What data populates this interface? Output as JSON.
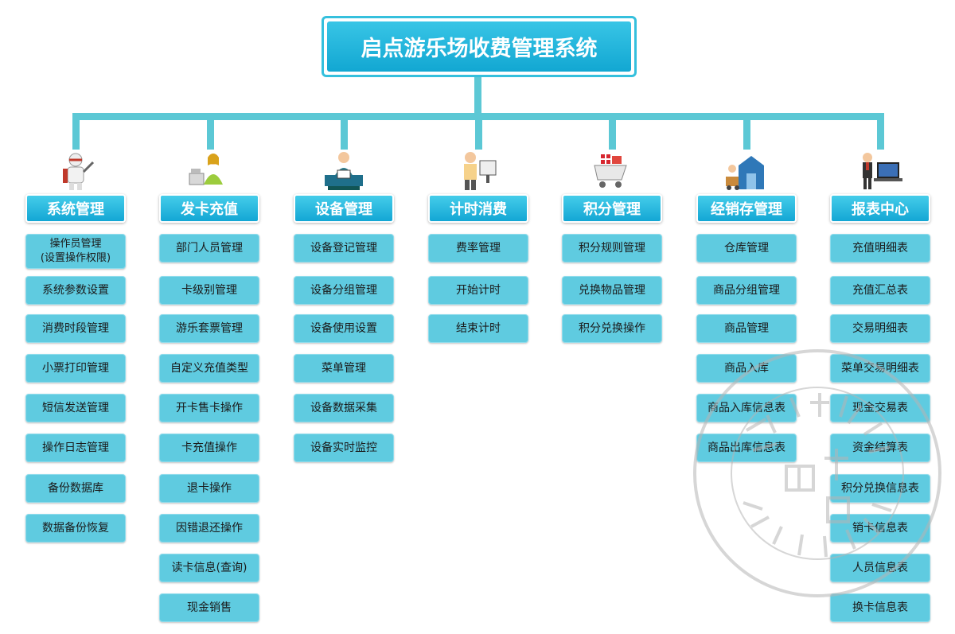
{
  "title": "启点游乐场收费管理系统",
  "colors": {
    "accent": "#13a6d4",
    "connector": "#5cc8d5",
    "item_fill": "#5fcbe0"
  },
  "columns": [
    {
      "header": "系统管理",
      "icon": "worker-wrench-icon",
      "items": [
        [
          "操作员管理",
          "(设置操作权限)"
        ],
        "系统参数设置",
        "消费时段管理",
        "小票打印管理",
        "短信发送管理",
        "操作日志管理",
        "备份数据库",
        "数据备份恢复"
      ]
    },
    {
      "header": "发卡充值",
      "icon": "cashier-woman-icon",
      "items": [
        "部门人员管理",
        "卡级别管理",
        "游乐套票管理",
        "自定义充值类型",
        "开卡售卡操作",
        "卡充值操作",
        "退卡操作",
        "因错退还操作",
        "读卡信息(查询)",
        "现金销售"
      ]
    },
    {
      "header": "设备管理",
      "icon": "operator-desk-icon",
      "items": [
        "设备登记管理",
        "设备分组管理",
        "设备使用设置",
        "菜单管理",
        "设备数据采集",
        "设备实时监控"
      ]
    },
    {
      "header": "计时消费",
      "icon": "person-screen-icon",
      "items": [
        "费率管理",
        "开始计时",
        "结束计时"
      ]
    },
    {
      "header": "积分管理",
      "icon": "gift-cart-icon",
      "items": [
        "积分规则管理",
        "兑换物品管理",
        "积分兑换操作"
      ]
    },
    {
      "header": "经销存管理",
      "icon": "warehouse-icon",
      "items": [
        "仓库管理",
        "商品分组管理",
        "商品管理",
        "商品入库",
        "商品入库信息表",
        "商品出库信息表"
      ]
    },
    {
      "header": "报表中心",
      "icon": "laptop-person-icon",
      "items": [
        "充值明细表",
        "充值汇总表",
        "交易明细表",
        "菜单交易明细表",
        "现金交易表",
        "资金结算表",
        "积分兑换信息表",
        "销卡信息表",
        "人员信息表",
        "换卡信息表"
      ]
    }
  ]
}
